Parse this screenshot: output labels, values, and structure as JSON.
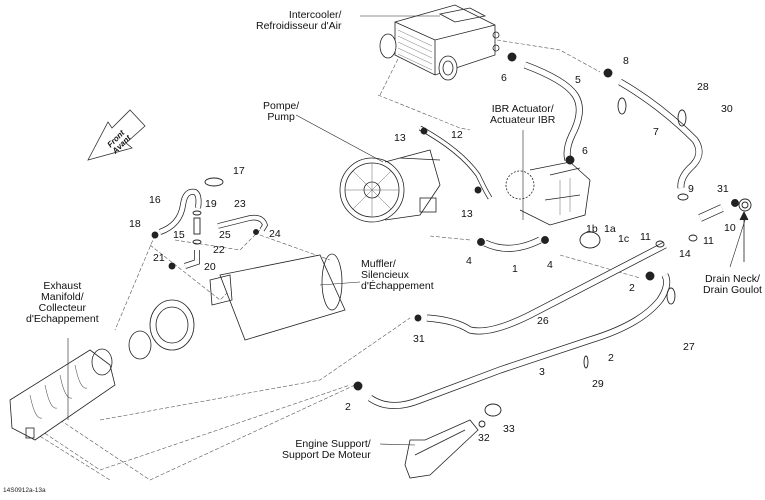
{
  "diagram": {
    "type": "exploded-parts-diagram",
    "figure_id": "14S0912a-13a",
    "direction_arrow": {
      "line1": "Front",
      "line2": "Avant"
    },
    "component_labels": [
      {
        "id": "intercooler",
        "line1": "Intercooler/",
        "line2": "Refroidisseur d'Air"
      },
      {
        "id": "pump",
        "line1": "Pompe/",
        "line2": "Pump"
      },
      {
        "id": "ibr-actuator",
        "line1": "IBR Actuator/",
        "line2": "Actuateur IBR"
      },
      {
        "id": "muffler",
        "line1": "Muffler/",
        "line2": "Silencieux",
        "line3": "d'Échappement"
      },
      {
        "id": "exhaust-manifold",
        "line1": "Exhaust",
        "line2": "Manifold/",
        "line3": "Collecteur",
        "line4": "d'Echappement"
      },
      {
        "id": "drain-neck",
        "line1": "Drain Neck/",
        "line2": "Drain Goulot"
      },
      {
        "id": "engine-support",
        "line1": "Engine Support/",
        "line2": "Support De Moteur"
      }
    ],
    "callouts": [
      "1",
      "1a",
      "1b",
      "1c",
      "2",
      "2",
      "2",
      "3",
      "4",
      "4",
      "5",
      "6",
      "6",
      "7",
      "8",
      "9",
      "10",
      "11",
      "11",
      "12",
      "13",
      "13",
      "14",
      "15",
      "16",
      "17",
      "18",
      "19",
      "20",
      "21",
      "22",
      "23",
      "24",
      "25",
      "26",
      "27",
      "28",
      "29",
      "30",
      "31",
      "31",
      "32",
      "33"
    ]
  }
}
